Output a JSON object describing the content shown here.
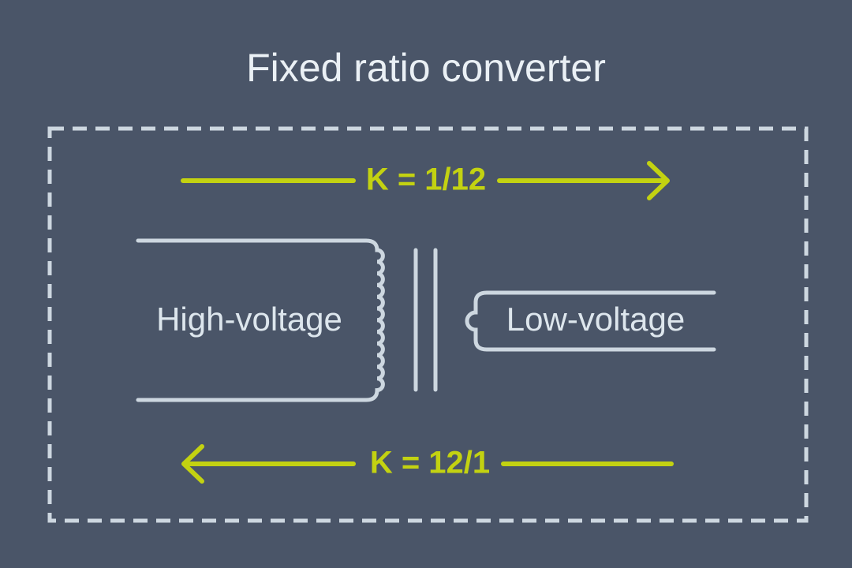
{
  "title": "Fixed ratio converter",
  "diagram": {
    "top_arrow": {
      "label": "K = 1/12",
      "direction": "right"
    },
    "bottom_arrow": {
      "label": "K = 12/1",
      "direction": "left"
    },
    "transformer": {
      "primary_label": "High-voltage",
      "secondary_label": "Low-voltage"
    }
  },
  "colors": {
    "background": "#4a5568",
    "accent": "#c3d211",
    "line": "#cdd7e0",
    "title_text": "#eaf0f5",
    "label_text": "#dde6ed"
  }
}
